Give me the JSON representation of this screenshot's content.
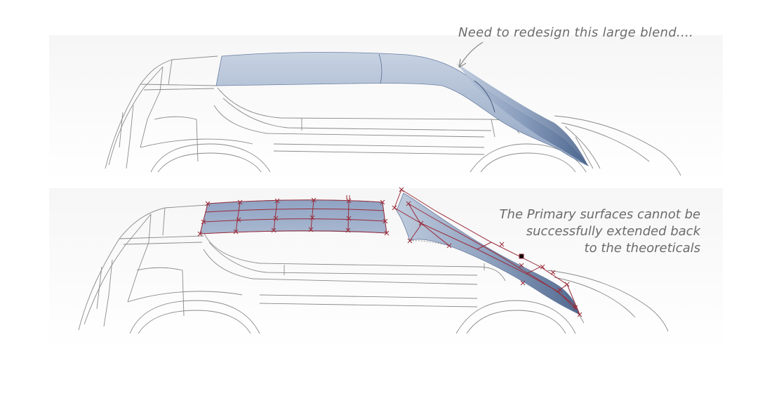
{
  "annotations": {
    "top_note": "Need to redesign this large blend....",
    "bottom_note_lines": [
      "The Primary surfaces cannot be",
      "successfully extended back",
      "to the theoreticals"
    ]
  },
  "colors": {
    "surface_light": "#c9d4e4",
    "surface_mid": "#93a7c4",
    "surface_dark": "#4f6a92",
    "control_net": "#9a2b3a",
    "wireframe": "#8a8a8a",
    "note_text": "#6b6b6b"
  },
  "panels": [
    {
      "id": "top",
      "description_label": ""
    },
    {
      "id": "bottom",
      "description_label": ""
    }
  ]
}
